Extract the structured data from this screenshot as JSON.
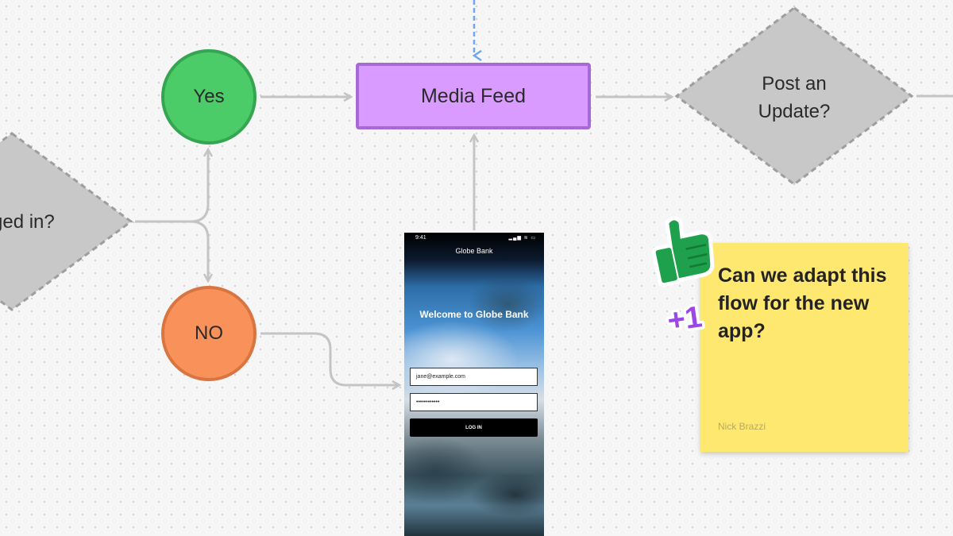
{
  "nodes": {
    "logged_in": "ged in?",
    "yes": "Yes",
    "no": "NO",
    "media_feed": "Media Feed",
    "post_update_line1": "Post an",
    "post_update_line2": "Update?"
  },
  "phone": {
    "time": "9:41",
    "status_icons": "▂▄▆ ≋ ▭",
    "app_title": "Globe Bank",
    "welcome": "Welcome to Globe Bank",
    "email_value": "jane@example.com",
    "password_value": "••••••••••••",
    "login_label": "LOG IN"
  },
  "sticky": {
    "text": "Can we adapt this flow for the new app?",
    "author": "Nick Brazzi"
  },
  "stickers": {
    "plus_one": "+1",
    "thumb_icon": "thumbs-up-icon"
  },
  "colors": {
    "yes": "#4ccb69",
    "no": "#f9915a",
    "media_feed": "#d99bff",
    "diamond": "#c9c8c9",
    "sticky": "#ffe870",
    "connector": "#c4c4c4",
    "dashed_arrow": "#6aa8ef"
  }
}
